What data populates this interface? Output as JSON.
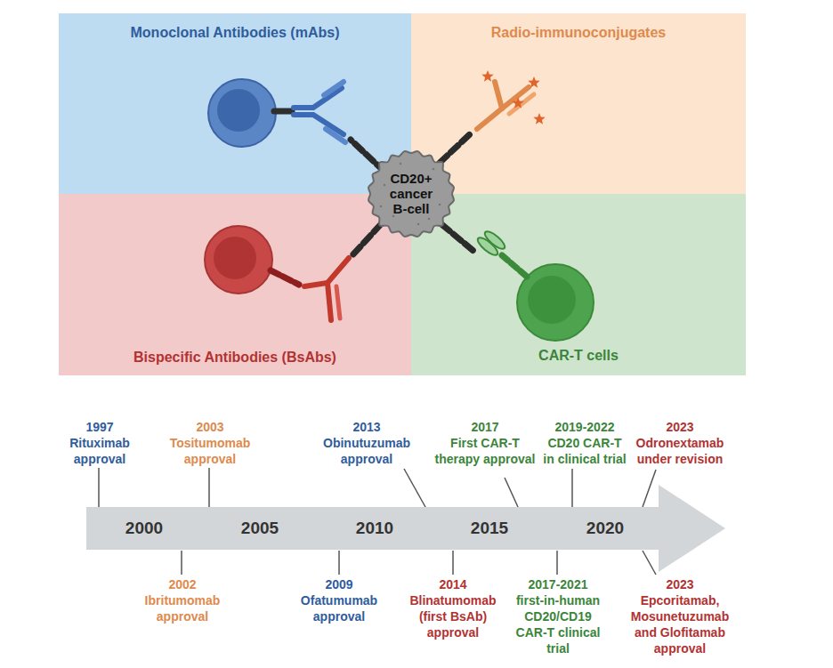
{
  "diagram": {
    "nodes": [
      {
        "text": [
          "Monoclonal Antibodies (mAbs)"
        ]
      },
      {
        "text": [
          "Radio-immunoconjugates"
        ]
      },
      {
        "text": [
          "Bispecific Antibodies (BsAbs)"
        ]
      },
      {
        "text": [
          "CAR-T cells"
        ]
      },
      {
        "text": [
          "CD20+ cancer B-cell"
        ]
      },
      {
        "text": [
          "2000",
          "2005",
          "2010",
          "2015",
          "2020"
        ]
      }
    ],
    "labels": [
      "1997",
      "Rituximab approval",
      "2003",
      "Tositumomab approval",
      "2013",
      "Obinutuzumab approval",
      "2017",
      "First CAR-T therapy approval",
      "2019-2022",
      "CD20 CAR-T in clinical trial",
      "2023",
      "Odronextamab under revision",
      "2002",
      "Ibritumomab approval",
      "2009",
      "Ofatumumab approval",
      "2014",
      "Blinatumomab (first BsAb) approval",
      "2017-2021",
      "first-in-human CD20/CD19 CAR-T clinical trial",
      "2023",
      "Epcoritamab, Mosunetuzumab and Glofitamab approval"
    ]
  }
}
